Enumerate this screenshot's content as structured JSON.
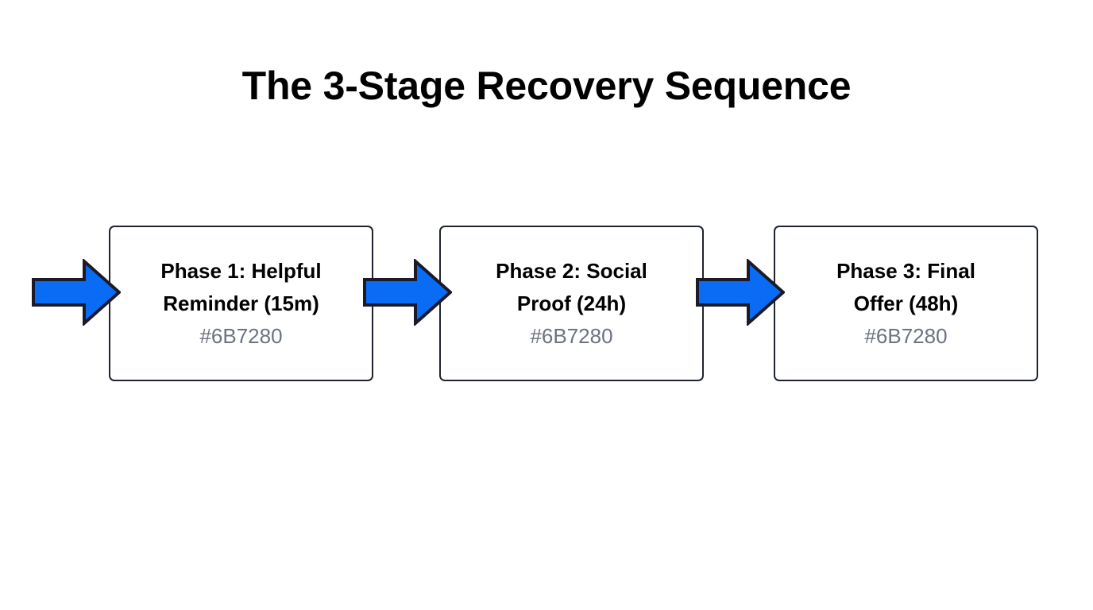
{
  "slide": {
    "title": "The 3-Stage Recovery Sequence",
    "background_color": "#FFFFFF"
  },
  "theme": {
    "box_border_color": "#1F2430",
    "box_fill_color": "#FFFFFF",
    "arrow_fill_color": "#0A6BF5",
    "arrow_outline_color": "#1A1A28",
    "title_color": "#000000",
    "label_color": "#000000",
    "sub_label_color": "#6B7280"
  },
  "diagram": {
    "type": "linear-flow",
    "direction": "left-to-right",
    "stage_count": 3,
    "stages": [
      {
        "label": "Phase 1: Helpful\nReminder (15m)",
        "sub_label": "#6B7280"
      },
      {
        "label": "Phase 2: Social\nProof (24h)",
        "sub_label": "#6B7280"
      },
      {
        "label": "Phase 3: Final\nOffer (48h)",
        "sub_label": "#6B7280"
      }
    ],
    "connectors": [
      {
        "name": "entry-arrow"
      },
      {
        "name": "stage-1-to-2-arrow"
      },
      {
        "name": "stage-2-to-3-arrow"
      }
    ]
  }
}
